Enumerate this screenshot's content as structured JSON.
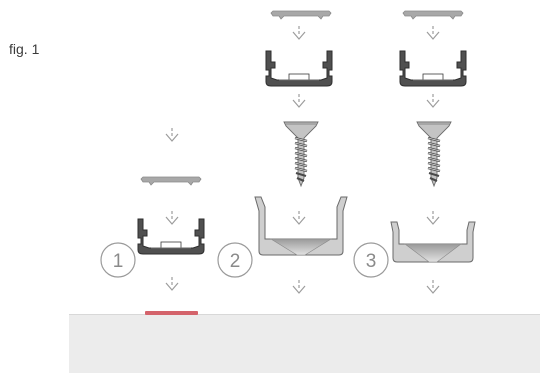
{
  "figure_label": "fig. 1",
  "steps": [
    {
      "number": "1"
    },
    {
      "number": "2"
    },
    {
      "number": "3"
    }
  ],
  "colors": {
    "profile": "#505050",
    "profile_stroke": "#2e2e2e",
    "cover": "#a8a8a8",
    "base": "#cfcfcf",
    "arrow": "#9c9c9c",
    "adhesive": "#d4636b",
    "surface": "#ececec"
  }
}
